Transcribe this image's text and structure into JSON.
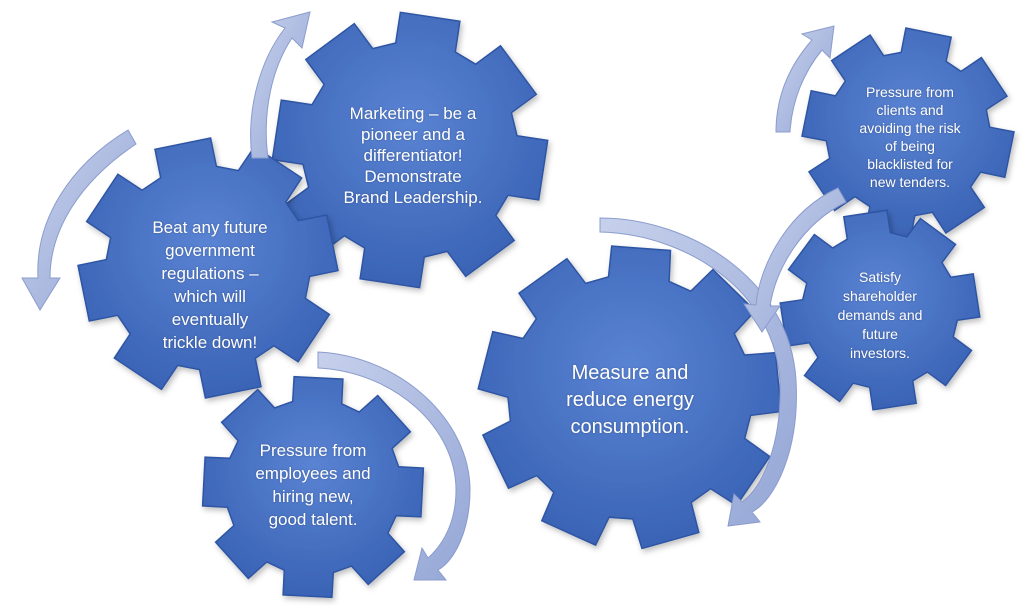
{
  "diagram": {
    "gears": {
      "marketing": {
        "label": "Marketing – be a\npioneer and a\ndifferentiator!\nDemonstrate\nBrand Leadership."
      },
      "regulations": {
        "label": "Beat any future\ngovernment\nregulations –\nwhich will\neventually\ntrickle down!"
      },
      "employees": {
        "label": "Pressure from\nemployees and\nhiring new,\ngood talent."
      },
      "energy": {
        "label": "Measure and\nreduce energy\nconsumption."
      },
      "clients": {
        "label": "Pressure from\nclients and\navoiding the risk\nof being\nblacklisted for\nnew tenders."
      },
      "shareholders": {
        "label": "Satisfy\nshareholder\ndemands and\nfuture\ninvestors."
      }
    },
    "colors": {
      "gear_fill": "#4a72c4",
      "gear_edge": "#2f55a3",
      "arrow_fill": "#aab8de",
      "arrow_edge": "#8b9ccd",
      "background": "#ffffff"
    }
  }
}
